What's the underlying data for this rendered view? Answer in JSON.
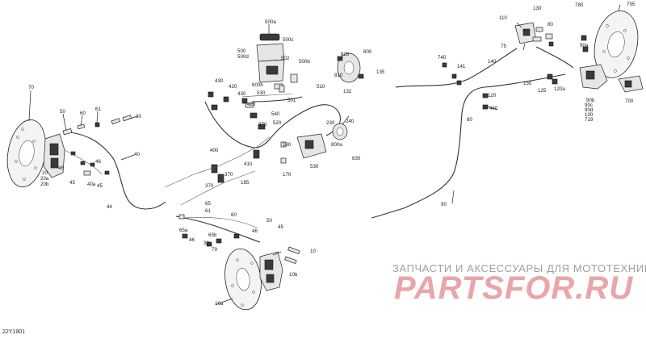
{
  "diagram": {
    "code": "22Y1901",
    "watermark": {
      "caption": "ЗАПЧАСТИ И АКСЕССУАРЫ ДЛЯ МОТОТЕХНИКИ",
      "logo": "PARTSFOR.RU"
    },
    "callouts": [
      "70",
      "50",
      "60",
      "61",
      "30",
      "40",
      "20",
      "20a",
      "20b",
      "46",
      "45",
      "45",
      "46",
      "40a",
      "44",
      "500a",
      "500c",
      "500",
      "500d",
      "502",
      "500b",
      "600b",
      "430",
      "420",
      "430",
      "530",
      "420",
      "501",
      "510",
      "540",
      "520",
      "370",
      "400",
      "370",
      "370",
      "410",
      "185",
      "180",
      "170",
      "530",
      "230",
      "240",
      "830",
      "800a",
      "820",
      "800",
      "810",
      "132",
      "135",
      "110",
      "130",
      "80",
      "75",
      "780",
      "755",
      "740",
      "141",
      "140",
      "150",
      "125",
      "120a",
      "120",
      "440",
      "80",
      "90",
      "90a",
      "90b",
      "90c",
      "90d",
      "100",
      "719",
      "700",
      "65",
      "61",
      "60",
      "50",
      "46",
      "45",
      "65a",
      "46",
      "65b",
      "30",
      "79",
      "10",
      "10a",
      "10b"
    ]
  }
}
